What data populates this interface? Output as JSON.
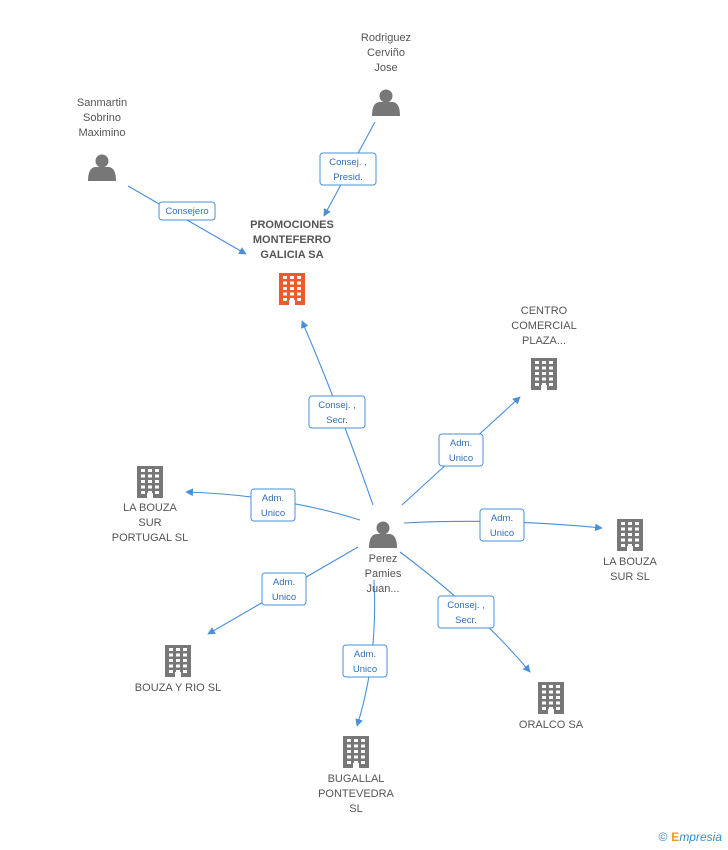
{
  "colors": {
    "edge": "#4a8fd8",
    "main_company": "#f05a28",
    "company": "#777777",
    "person": "#777777"
  },
  "nodes": [
    {
      "id": "promociones",
      "kind": "company",
      "main": true,
      "icon": "building-icon",
      "label": [
        "PROMOCIONES",
        "MONTEFERRO",
        "GALICIA SA"
      ]
    },
    {
      "id": "rodriguez",
      "kind": "person",
      "icon": "person-icon",
      "label": [
        "Rodriguez",
        "Cerviño",
        "Jose"
      ]
    },
    {
      "id": "sanmartin",
      "kind": "person",
      "icon": "person-icon",
      "label": [
        "Sanmartin",
        "Sobrino",
        "Maximino"
      ]
    },
    {
      "id": "perez",
      "kind": "person",
      "icon": "person-icon",
      "label": [
        "Perez",
        "Pamies",
        "Juan..."
      ]
    },
    {
      "id": "centro",
      "kind": "company",
      "icon": "building-icon",
      "label": [
        "CENTRO",
        "COMERCIAL",
        "PLAZA..."
      ]
    },
    {
      "id": "labouza_portugal",
      "kind": "company",
      "icon": "building-icon",
      "label": [
        "LA BOUZA",
        "SUR",
        "PORTUGAL  SL"
      ]
    },
    {
      "id": "labouza_sur",
      "kind": "company",
      "icon": "building-icon",
      "label": [
        "LA BOUZA",
        "SUR SL"
      ]
    },
    {
      "id": "bouza_rio",
      "kind": "company",
      "icon": "building-icon",
      "label": [
        "BOUZA Y RIO SL"
      ]
    },
    {
      "id": "oralco",
      "kind": "company",
      "icon": "building-icon",
      "label": [
        "ORALCO SA"
      ]
    },
    {
      "id": "bugallal",
      "kind": "company",
      "icon": "building-icon",
      "label": [
        "BUGALLAL",
        "PONTEVEDRA",
        "SL"
      ]
    }
  ],
  "edges": [
    {
      "from": "rodriguez",
      "to": "promociones",
      "label": [
        "Consej. ,",
        "Presid."
      ]
    },
    {
      "from": "sanmartin",
      "to": "promociones",
      "label": [
        "Consejero"
      ]
    },
    {
      "from": "perez",
      "to": "promociones",
      "label": [
        "Consej. ,",
        "Secr."
      ]
    },
    {
      "from": "perez",
      "to": "centro",
      "label": [
        "Adm.",
        "Unico"
      ]
    },
    {
      "from": "perez",
      "to": "labouza_portugal",
      "label": [
        "Adm.",
        "Unico"
      ]
    },
    {
      "from": "perez",
      "to": "labouza_sur",
      "label": [
        "Adm.",
        "Unico"
      ]
    },
    {
      "from": "perez",
      "to": "bouza_rio",
      "label": [
        "Adm.",
        "Unico"
      ]
    },
    {
      "from": "perez",
      "to": "oralco",
      "label": [
        "Consej. ,",
        "Secr."
      ]
    },
    {
      "from": "perez",
      "to": "bugallal",
      "label": [
        "Adm.",
        "Unico"
      ]
    }
  ],
  "footer": {
    "copyright": "©",
    "brand_initial": "E",
    "brand_rest": "mpresia"
  }
}
